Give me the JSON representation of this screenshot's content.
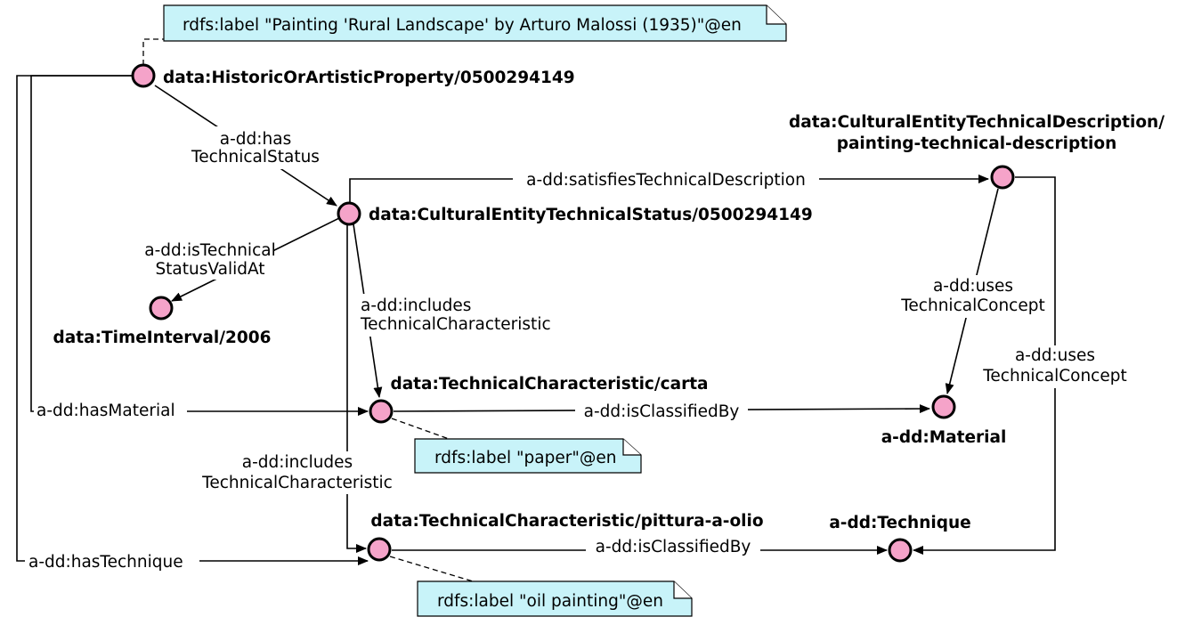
{
  "notes": {
    "painting": "rdfs:label \"Painting 'Rural Landscape' by Arturo Malossi (1935)\"@en",
    "paper": "rdfs:label \"paper\"@en",
    "oil": "rdfs:label \"oil painting\"@en"
  },
  "nodes": {
    "property": "data:HistoricOrArtisticProperty/0500294149",
    "status": "data:CulturalEntityTechnicalStatus/0500294149",
    "description_line1": "data:CulturalEntityTechnicalDescription/",
    "description_line2": "painting-technical-description",
    "time": "data:TimeInterval/2006",
    "carta": "data:TechnicalCharacteristic/carta",
    "olio": "data:TechnicalCharacteristic/pittura-a-olio",
    "material": "a-dd:Material",
    "technique": "a-dd:Technique"
  },
  "edges": {
    "hasTechnicalStatus": [
      "a-dd:has",
      "TechnicalStatus"
    ],
    "isTechnicalStatusValidAt": [
      "a-dd:isTechnical",
      "StatusValidAt"
    ],
    "includesTechnicalCharacteristic1": [
      "a-dd:includes",
      "TechnicalCharacteristic"
    ],
    "includesTechnicalCharacteristic2": [
      "a-dd:includes",
      "TechnicalCharacteristic"
    ],
    "usesTechnicalConcept1": [
      "a-dd:uses",
      "TechnicalConcept"
    ],
    "usesTechnicalConcept2": [
      "a-dd:uses",
      "TechnicalConcept"
    ],
    "satisfiesTechnicalDescription": "a-dd:satisfiesTechnicalDescription",
    "hasMaterial": "a-dd:hasMaterial",
    "hasTechnique": "a-dd:hasTechnique",
    "isClassifiedBy1": "a-dd:isClassifiedBy",
    "isClassifiedBy2": "a-dd:isClassifiedBy"
  }
}
